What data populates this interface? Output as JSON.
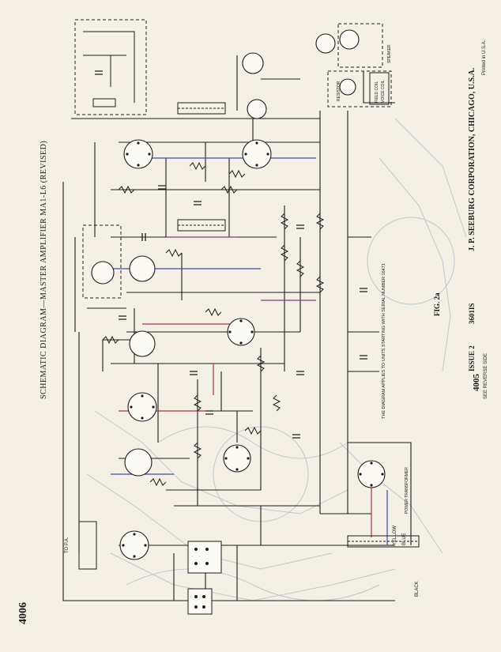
{
  "page_number": "4006",
  "title": "SCHEMATIC DIAGRAM—MASTER AMPLIFIER MA1-L6 (REVISED)",
  "publisher": "J. P. SEEBURG CORPORATION, CHICAGO, U.S.A.",
  "printed": "Printed in U.S.A.",
  "issue": "ISSUE 2",
  "issue_code": "3601IS",
  "figure": "FIG. 2a",
  "model_number": "4005",
  "see_reverse": "SEE REVERSE SIDE",
  "applies_note": "THE DIAGRAM APPLIES TO UNITS STARTING WITH SERIAL NUMBER 16471",
  "labels": {
    "to_pa": "TO P.A.",
    "black": "BLACK",
    "yellow": "YELLOW",
    "blue": "BLUE",
    "power_xfmr": "POWER TRANSFORMER",
    "voice_coil": "VOICE COIL",
    "field_coil": "FIELD COIL",
    "resistor": "RESISTOR",
    "speaker": "SPEAKER"
  },
  "colors": {
    "paper": "#f4f0e6",
    "ink": "#1c1c1c",
    "wire_blue": "#3b4fa0",
    "wire_red": "#a83a3a",
    "wire_purple": "#7a3f86",
    "faint": "#b8c2c8"
  }
}
